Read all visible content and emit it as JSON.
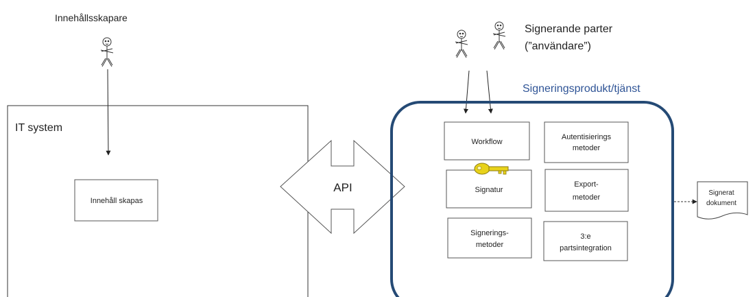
{
  "actors": {
    "content_creator_label": "Innehållsskapare",
    "signers_label_line1": "Signerande parter",
    "signers_label_line2": "(”användare”)"
  },
  "it_system": {
    "title": "IT system",
    "content_box": "Innehåll skapas"
  },
  "api_label": "API",
  "product": {
    "title": "Signeringsprodukt/tjänst",
    "boxes": {
      "workflow": [
        "Workflow"
      ],
      "auth": [
        "Autentisierings",
        "metoder"
      ],
      "signature": [
        "Signatur"
      ],
      "export": [
        "Export-",
        "metoder"
      ],
      "sign_methods": [
        "Signerings-",
        "metoder"
      ],
      "third_party": [
        "3:e",
        "partsintegration"
      ]
    }
  },
  "output_doc": [
    "Signerat",
    "dokument"
  ],
  "colors": {
    "product_border": "#254a75",
    "product_title": "#2f5496",
    "key": "#e8d21a"
  }
}
